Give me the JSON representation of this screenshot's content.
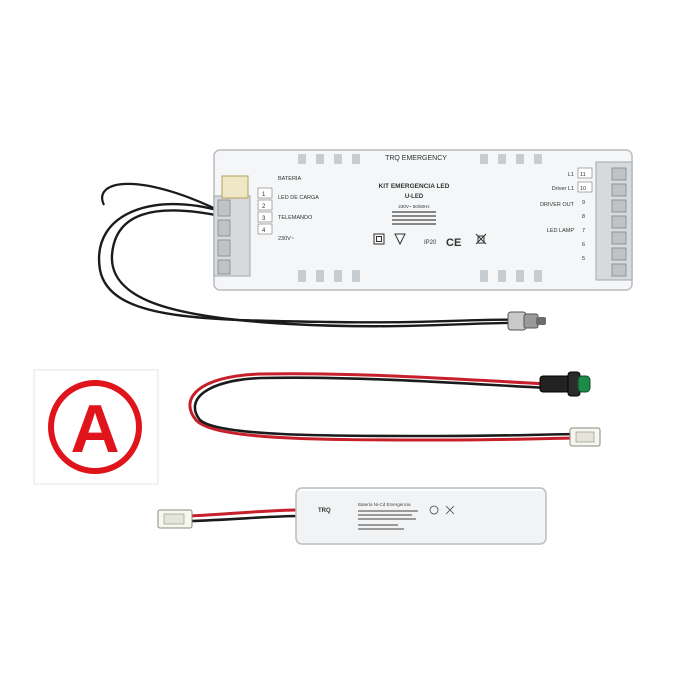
{
  "photo": {
    "background_color": "#ffffff",
    "driver_module": {
      "brand_line": "TRQ EMERGENCY",
      "title": "KIT EMERGENCIA LED",
      "subtitle": "U-LED",
      "spec_line_1": "230V~ 50/60Hz",
      "ip_rating": "IP20",
      "left_terminal_labels": [
        "BATERIA",
        "LED DE CARGA",
        "TELEMANDO",
        "230V~"
      ],
      "right_terminal_labels": [
        "L1",
        "Driver L1",
        "DRIVER OUT",
        "LED LAMP"
      ],
      "right_terminal_numbers": [
        "11",
        "10",
        "9",
        "8",
        "7",
        "6",
        "5"
      ],
      "left_terminal_numbers": [
        "1",
        "2",
        "3",
        "4"
      ],
      "ce_mark": "CE",
      "body_color": "#f4f6f7",
      "terminal_color": "#d7dadc"
    },
    "sticker": {
      "letter": "A",
      "ring_color": "#e0141b",
      "letter_color": "#e0141b"
    },
    "battery": {
      "brand": "TRQ",
      "label_line_1": "Batería Ni-Cd Emergencia",
      "body_color": "#f2f3f4",
      "connector_color": "#f7f7f2"
    },
    "cables": {
      "red_color": "#c8202a",
      "black_color": "#1b1b1b",
      "indicator_led_color": "#1e8a4a"
    }
  }
}
